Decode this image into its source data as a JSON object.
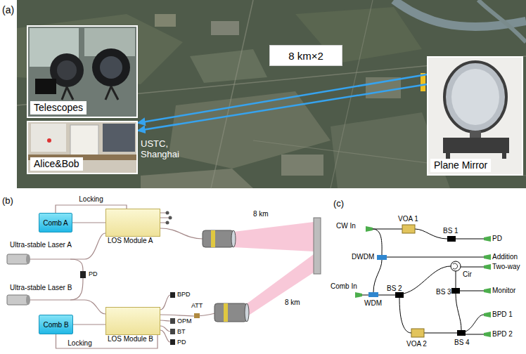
{
  "diagram": {
    "nodes": [
      {
        "text": [
          "Telescopes"
        ]
      },
      {
        "text": [
          "Alice&Bob"
        ]
      },
      {
        "text": [
          "8 km×2"
        ]
      },
      {
        "text": [
          "Plane Mirror"
        ]
      },
      {
        "text": [
          "Comb A"
        ]
      },
      {
        "text": [
          "LOS Module A"
        ]
      },
      {
        "text": [
          "Comb B"
        ]
      },
      {
        "text": [
          "LOS Module B"
        ]
      }
    ],
    "edges": [
      {
        "from": 3,
        "to": 1,
        "arrow": "to"
      },
      {
        "from": 3,
        "to": 1,
        "arrow": "to"
      },
      {
        "from": 4,
        "to": 5,
        "arrow": "none"
      },
      {
        "from": 5,
        "to": 4,
        "label": "Locking",
        "arrow": "none"
      },
      {
        "from": 6,
        "to": 7,
        "arrow": "none"
      },
      {
        "from": 7,
        "to": 6,
        "label": "Locking",
        "arrow": "none"
      }
    ],
    "labels": [
      "(a)",
      "USTC, Shanghai",
      "(b)",
      "Ultra-stable Laser A",
      "PD",
      "Ultra-stable Laser B",
      "8 km",
      "8 km",
      "BPD",
      "ATT",
      "OPM",
      "BT",
      "PD",
      "(c)",
      "CW In",
      "VOA 1",
      "BS 1",
      "PD",
      "DWDM",
      "Addition",
      "Cir",
      "Two-way",
      "Comb In",
      "WDM",
      "BS 2",
      "Monitor",
      "BS 3",
      "VOA 2",
      "BS 4",
      "BPD 1",
      "BPD 2"
    ]
  }
}
